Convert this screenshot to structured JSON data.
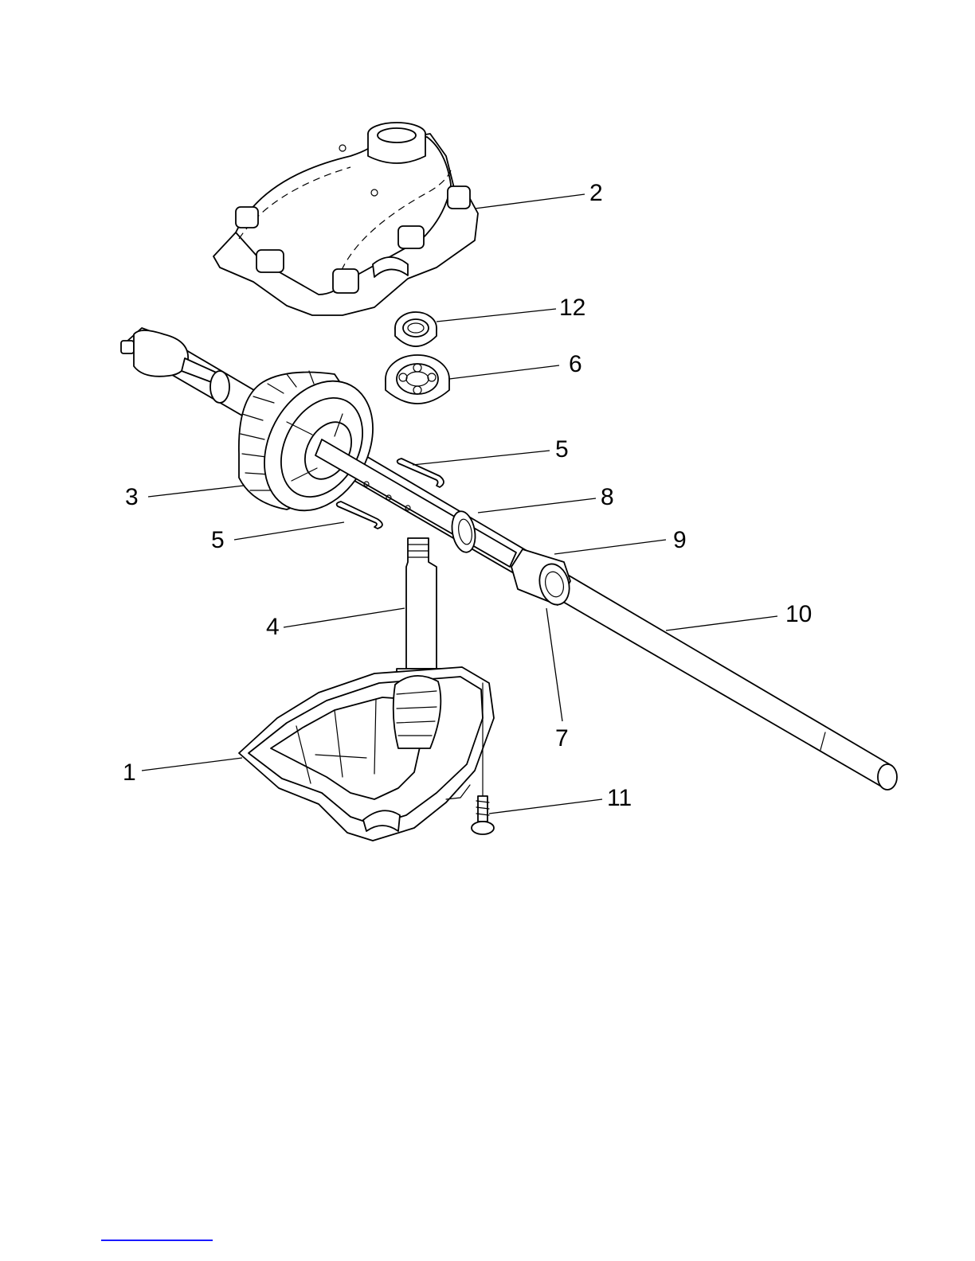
{
  "callouts": {
    "c1": "1",
    "c2": "2",
    "c3": "3",
    "c4": "4",
    "c5a": "5",
    "c5b": "5",
    "c6": "6",
    "c7": "7",
    "c8": "8",
    "c9": "9",
    "c10": "10",
    "c11": "11",
    "c12": "12"
  },
  "colors": {
    "line": "#000000",
    "background": "#ffffff",
    "footer_rule": "#1a1aff"
  }
}
